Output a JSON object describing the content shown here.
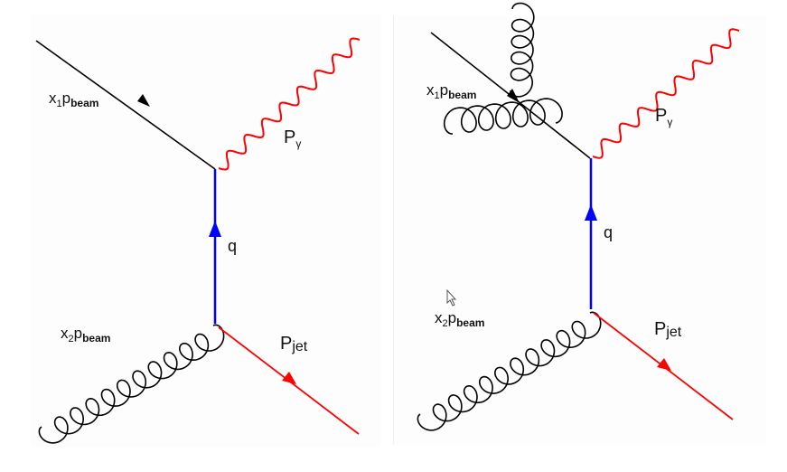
{
  "left": {
    "incoming_quark": {
      "main": "x",
      "sub1": "1",
      "p": "p",
      "sub2": "beam"
    },
    "incoming_gluon": {
      "main": "x",
      "sub1": "2",
      "p": "p",
      "sub2": "beam"
    },
    "photon": {
      "main": "P",
      "sub": "γ"
    },
    "exchange": "q",
    "jet": {
      "main": "P",
      "sub": "jet"
    }
  },
  "right": {
    "incoming_quark": {
      "main": "x",
      "sub1": "1",
      "p": "p",
      "sub2": "beam"
    },
    "incoming_gluon": {
      "main": "x",
      "sub1": "2",
      "p": "p",
      "sub2": "beam"
    },
    "photon": {
      "main": "P",
      "sub": "γ"
    },
    "exchange": "q",
    "jet": {
      "main": "P",
      "sub": "jet"
    }
  },
  "colors": {
    "quark_line": "#000000",
    "exchange_line": "#0000ff",
    "photon_line": "#ff0000",
    "jet_line": "#ff0000",
    "gluon_line": "#000000"
  }
}
